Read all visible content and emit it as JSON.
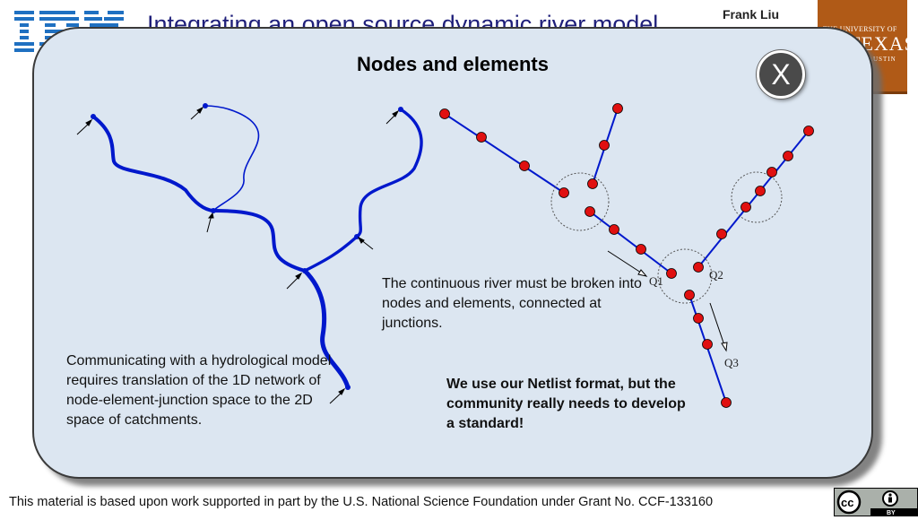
{
  "header": {
    "title": "Integrating an open source dynamic river model",
    "author": "Frank Liu"
  },
  "logos": {
    "ibm": "IBM",
    "university_line1": "THE UNIVERSITY OF",
    "university_line2": "TEXAS",
    "university_line3": "AUSTIN"
  },
  "popup": {
    "title": "Nodes and elements",
    "close_label": "X",
    "text_continuous": "The continuous river must be broken into nodes and elements, connected at junctions.",
    "text_hydrological": "Communicating with a hydrological model requires translation of the 1D network of node-element-junction space to the 2D space of catchments.",
    "text_netlist": "We use our Netlist format, but the community really needs to develop a standard!",
    "labels": {
      "q1": "Q1",
      "q2": "Q2",
      "q3": "Q3"
    }
  },
  "footer": {
    "acknowledgement": "This material is based upon work supported in part by the U.S. National Science Foundation under Grant No. CCF-133160",
    "license_text": "cc",
    "license_by": "BY"
  },
  "colors": {
    "river_blue": "#0018cc",
    "node_red": "#e01010",
    "panel_bg": "#dce6f1",
    "ut_orange": "#b05a17",
    "ibm_blue": "#1f70c1"
  }
}
